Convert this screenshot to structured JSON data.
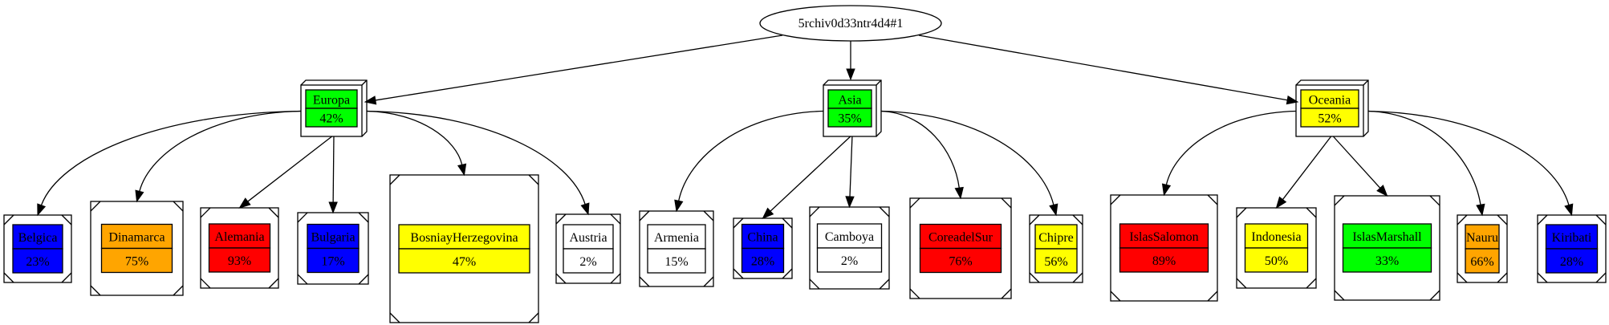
{
  "root": {
    "label": "5rchiv0d33ntr4d4#1"
  },
  "colors": {
    "green": "#00ff00",
    "yellow": "#ffff00",
    "blue": "#0000ff",
    "red": "#ff0000",
    "orange": "#ffa500",
    "white": "#ffffff"
  },
  "continents": [
    {
      "key": "europa",
      "name": "Europa",
      "pct": "42%",
      "color": "#00ff00"
    },
    {
      "key": "asia",
      "name": "Asia",
      "pct": "35%",
      "color": "#00ff00"
    },
    {
      "key": "oceania",
      "name": "Oceania",
      "pct": "52%",
      "color": "#ffff00"
    }
  ],
  "countries": [
    {
      "name": "Belgica",
      "pct": "23%",
      "color": "#0000ff",
      "parent": 0
    },
    {
      "name": "Dinamarca",
      "pct": "75%",
      "color": "#ffa500",
      "parent": 0
    },
    {
      "name": "Alemania",
      "pct": "93%",
      "color": "#ff0000",
      "parent": 0
    },
    {
      "name": "Bulgaria",
      "pct": "17%",
      "color": "#0000ff",
      "parent": 0
    },
    {
      "name": "BosniayHerzegovina",
      "pct": "47%",
      "color": "#ffff00",
      "parent": 0
    },
    {
      "name": "Austria",
      "pct": "2%",
      "color": "#ffffff",
      "parent": 0
    },
    {
      "name": "Armenia",
      "pct": "15%",
      "color": "#ffffff",
      "parent": 1
    },
    {
      "name": "China",
      "pct": "28%",
      "color": "#0000ff",
      "parent": 1
    },
    {
      "name": "Camboya",
      "pct": "2%",
      "color": "#ffffff",
      "parent": 1
    },
    {
      "name": "CoreadelSur",
      "pct": "76%",
      "color": "#ff0000",
      "parent": 1
    },
    {
      "name": "Chipre",
      "pct": "56%",
      "color": "#ffff00",
      "parent": 1
    },
    {
      "name": "IslasSalomon",
      "pct": "89%",
      "color": "#ff0000",
      "parent": 2
    },
    {
      "name": "Indonesia",
      "pct": "50%",
      "color": "#ffff00",
      "parent": 2
    },
    {
      "name": "IslasMarshall",
      "pct": "33%",
      "color": "#00ff00",
      "parent": 2
    },
    {
      "name": "Nauru",
      "pct": "66%",
      "color": "#ffa500",
      "parent": 2
    },
    {
      "name": "Kiribati",
      "pct": "28%",
      "color": "#0000ff",
      "parent": 2
    }
  ]
}
